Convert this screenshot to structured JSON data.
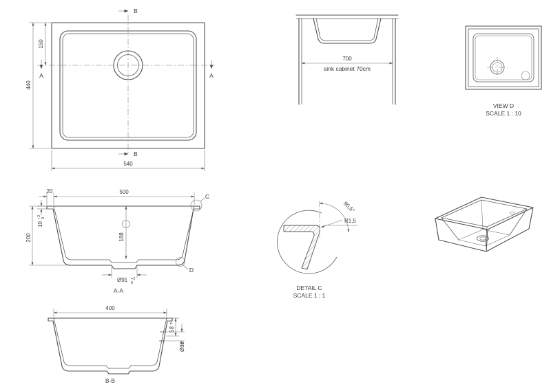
{
  "drawing": {
    "plan": {
      "section_b": "B",
      "section_a": "A",
      "dim_drain_offset": "150",
      "dim_depth": "440",
      "dim_width": "540"
    },
    "cabinet": {
      "dim_width": "700",
      "caption": "sink cabinet 70cm"
    },
    "view_d": {
      "title": "VIEW D",
      "scale": "SCALE 1 : 10"
    },
    "section_aa": {
      "dim_flange": "20",
      "dim_bowl_width": "500",
      "dim_flange_thickness": "10",
      "dim_flange_tol_sup": "+2",
      "dim_flange_tol_sub": "0",
      "dim_total_depth": "200",
      "dim_bowl_depth": "188",
      "dim_drain": "Ø91",
      "dim_drain_tol_sup": "+2",
      "dim_drain_tol_sub": "0",
      "detail_c": "C",
      "detail_d": "D",
      "title": "A-A"
    },
    "detail_c": {
      "radius": "R1,5",
      "angle": "90,5°",
      "title": "DETAIL C",
      "scale": "SCALE 1 : 1"
    },
    "section_bb": {
      "dim_bowl_width": "400",
      "dim_overflow_offset": "58",
      "dim_overflow_tol": "±1",
      "dim_overflow_dia": "Ø32",
      "title": "B-B"
    }
  }
}
